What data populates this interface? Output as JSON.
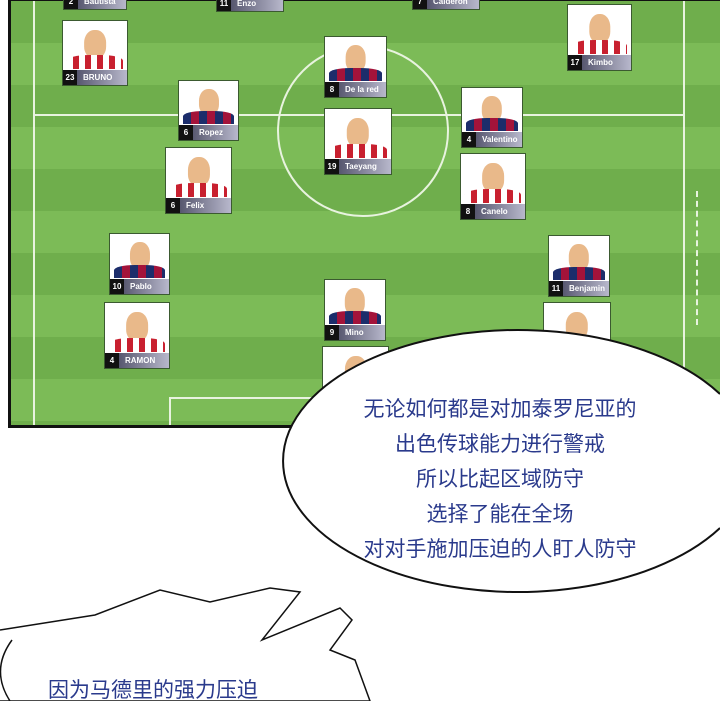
{
  "players": [
    {
      "num": "2",
      "name": "Bautista",
      "kit": "atl"
    },
    {
      "num": "11",
      "name": "Enzo",
      "kit": "blau"
    },
    {
      "num": "7",
      "name": "Calderon",
      "kit": "blau"
    },
    {
      "num": "17",
      "name": "Kimbo",
      "kit": "atl"
    },
    {
      "num": "23",
      "name": "BRUNO",
      "kit": "atl"
    },
    {
      "num": "8",
      "name": "De la red",
      "kit": "blau"
    },
    {
      "num": "6",
      "name": "Ropez",
      "kit": "blau"
    },
    {
      "num": "19",
      "name": "Taeyang",
      "kit": "atl"
    },
    {
      "num": "4",
      "name": "Valentino",
      "kit": "blau"
    },
    {
      "num": "6",
      "name": "Felix",
      "kit": "atl"
    },
    {
      "num": "8",
      "name": "Canelo",
      "kit": "atl"
    },
    {
      "num": "10",
      "name": "Pablo",
      "kit": "blau"
    },
    {
      "num": "11",
      "name": "Benjamin",
      "kit": "blau"
    },
    {
      "num": "9",
      "name": "Mino",
      "kit": "blau"
    },
    {
      "num": "4",
      "name": "RAMON",
      "kit": "atl"
    }
  ],
  "speech_bubble": {
    "lines": [
      "无论如何都是对加泰罗尼亚的",
      "出色传球能力进行警戒",
      "所以比起区域防守",
      "选择了能在全场",
      "对对手施加压迫的人盯人防守"
    ]
  },
  "speech_bubble_2": {
    "text": "因为马德里的强力压迫"
  }
}
